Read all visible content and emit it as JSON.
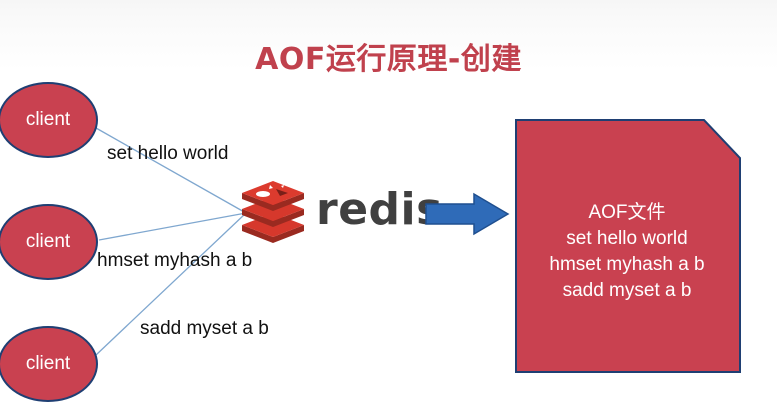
{
  "title": "AOF运行原理-创建",
  "clients": [
    {
      "label": "client"
    },
    {
      "label": "client"
    },
    {
      "label": "client"
    }
  ],
  "commands": [
    {
      "text": "set hello world"
    },
    {
      "text": "hmset myhash a b"
    },
    {
      "text": "sadd myset a b"
    }
  ],
  "server": {
    "name": "redis",
    "logo_icon": "redis-logo-icon"
  },
  "aof_file": {
    "heading": "AOF文件",
    "lines": [
      "set hello world",
      "hmset myhash a b",
      "sadd myset a b"
    ]
  },
  "colors": {
    "title": "#c0414d",
    "client_fill": "#c94150",
    "client_border": "#1f3f73",
    "file_fill": "#c94150",
    "arrow": "#2f6bb8",
    "connector": "#7fa7cf"
  }
}
